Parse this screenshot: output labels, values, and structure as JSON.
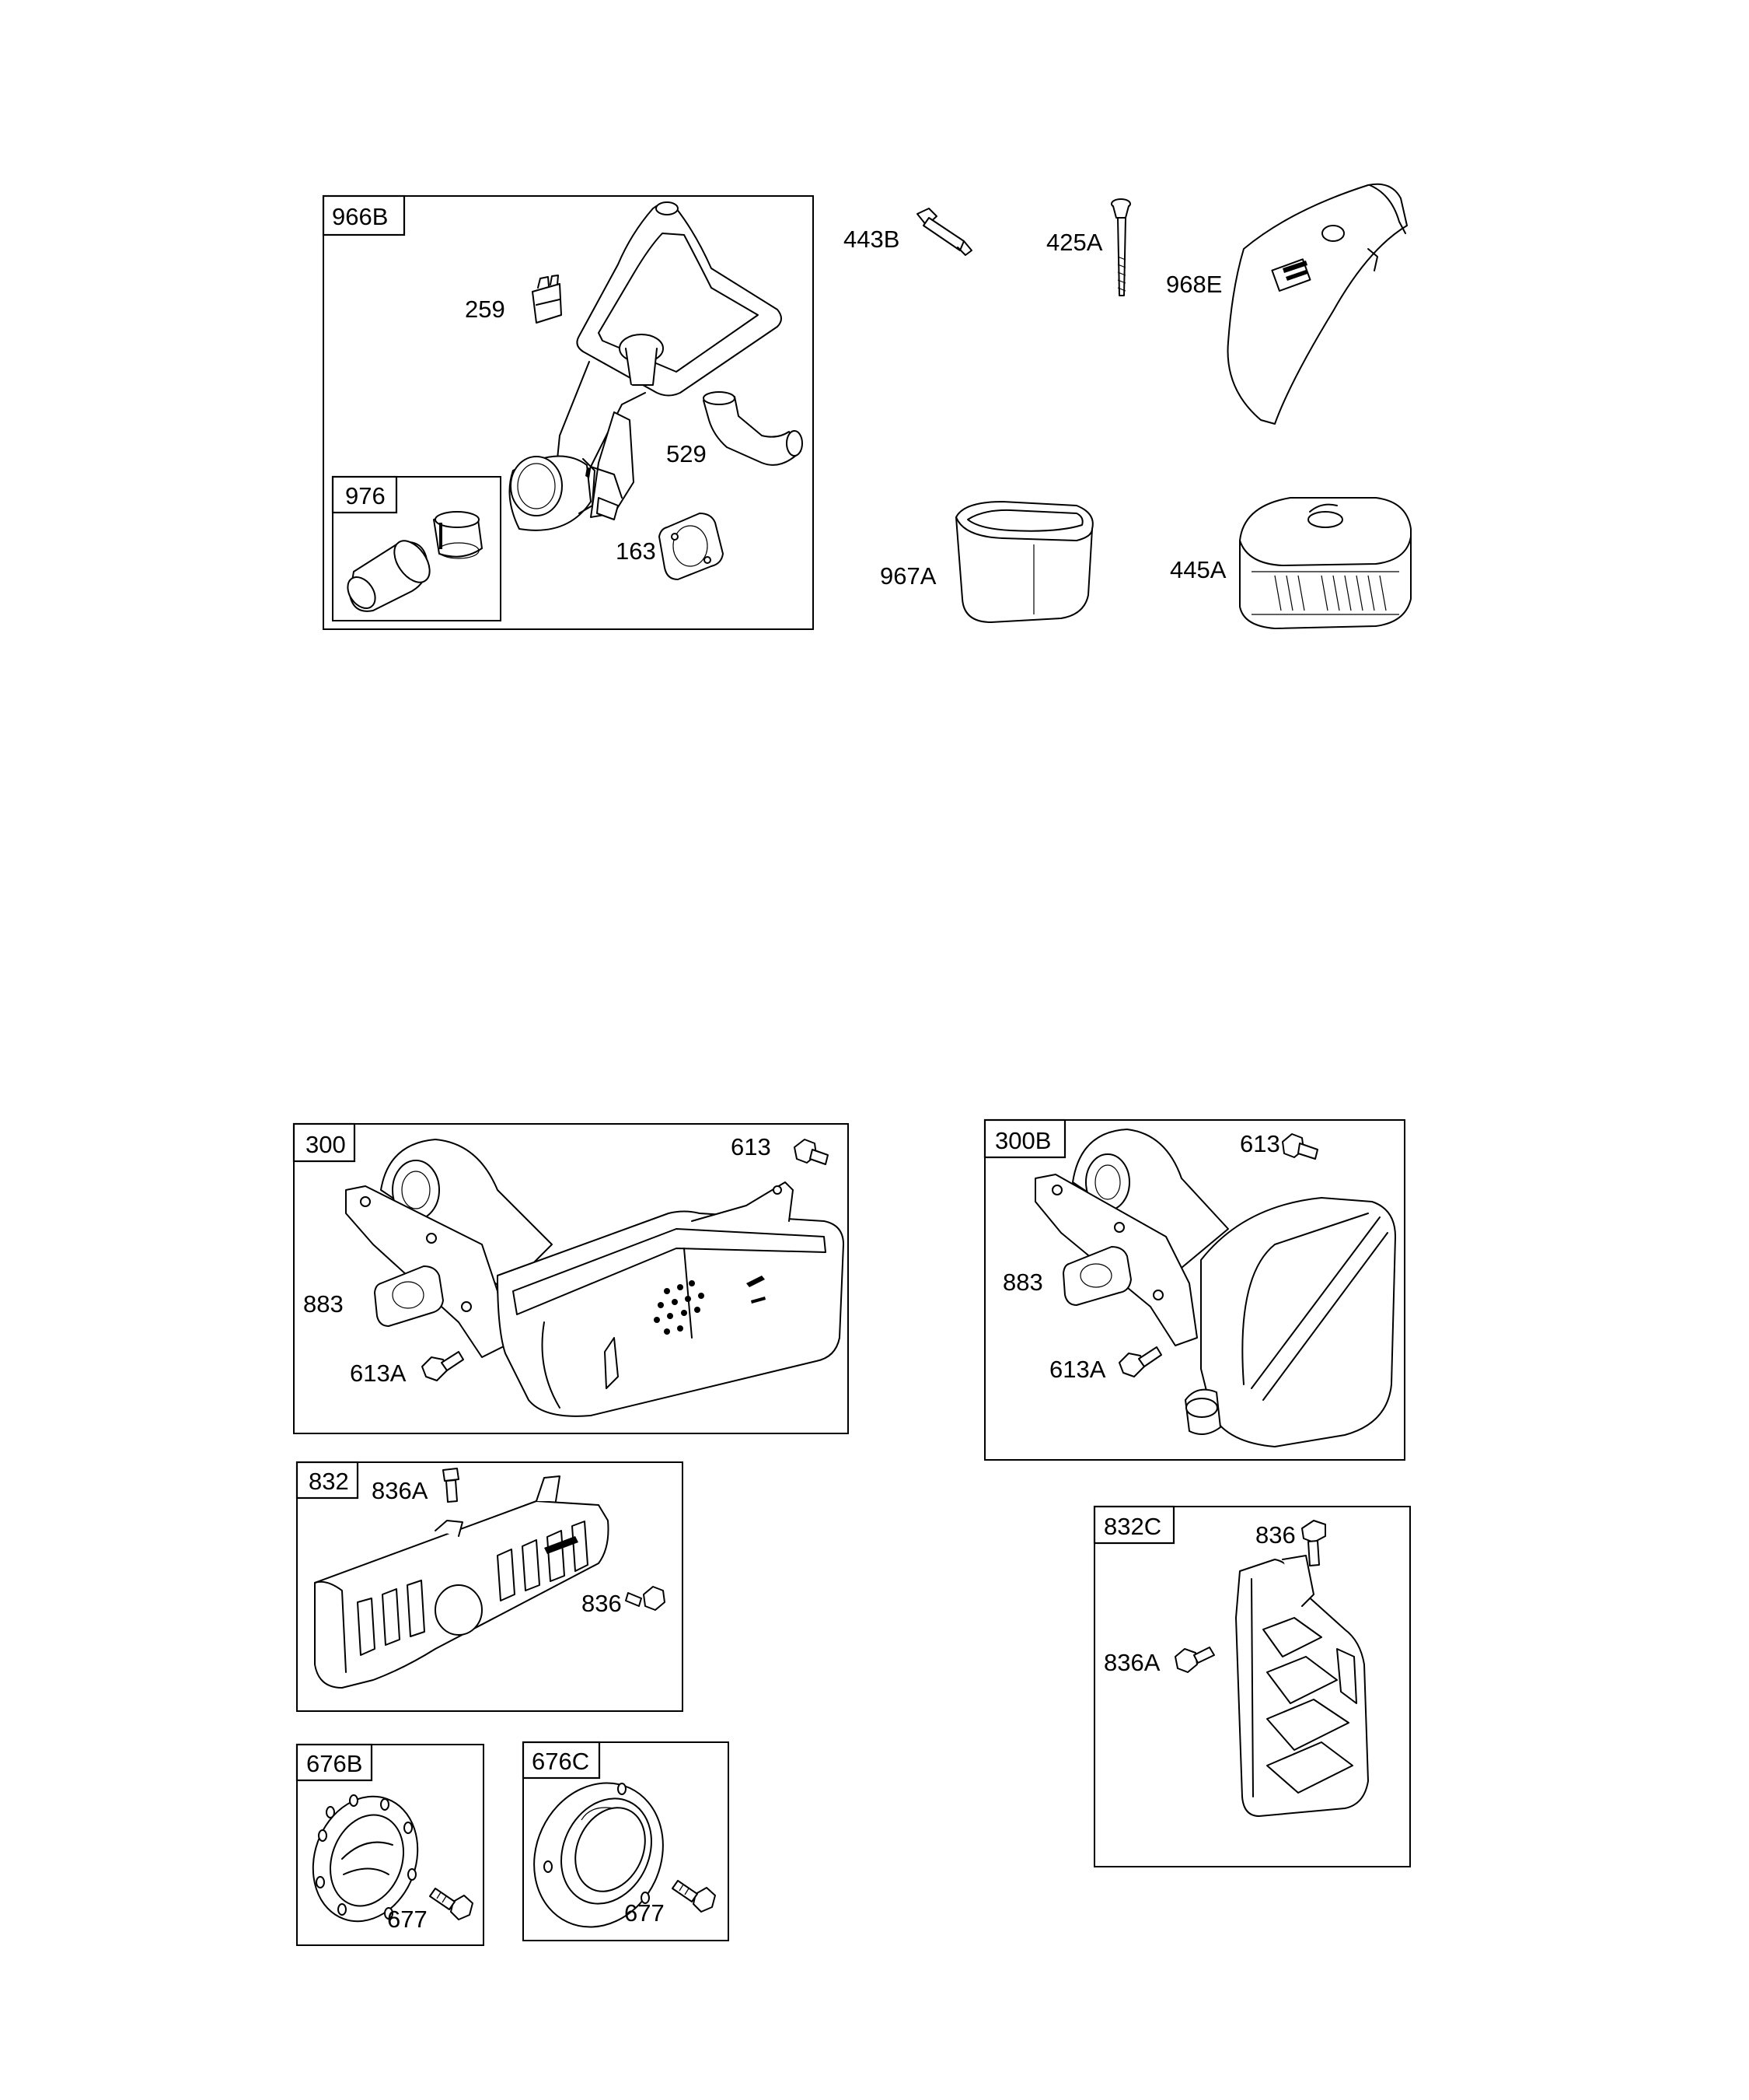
{
  "groups": {
    "air_cleaner": {
      "tag": "966B",
      "subassembly_tag": "976"
    },
    "muffler_a": {
      "tag": "300"
    },
    "muffler_b": {
      "tag": "300B"
    },
    "guard_a": {
      "tag": "832"
    },
    "guard_b": {
      "tag": "832C"
    },
    "deflector_a": {
      "tag": "676B"
    },
    "deflector_b": {
      "tag": "676C"
    }
  },
  "labels": {
    "p259": "259",
    "p529": "529",
    "p163": "163",
    "p443B": "443B",
    "p425A": "425A",
    "p968E": "968E",
    "p967A": "967A",
    "p445A": "445A",
    "p613_a": "613",
    "p883_a": "883",
    "p613A_a": "613A",
    "p613_b": "613",
    "p883_b": "883",
    "p613A_b": "613A",
    "p836A_a": "836A",
    "p836_a": "836",
    "p836_b": "836",
    "p836A_b": "836A",
    "p677_a": "677",
    "p677_b": "677"
  }
}
